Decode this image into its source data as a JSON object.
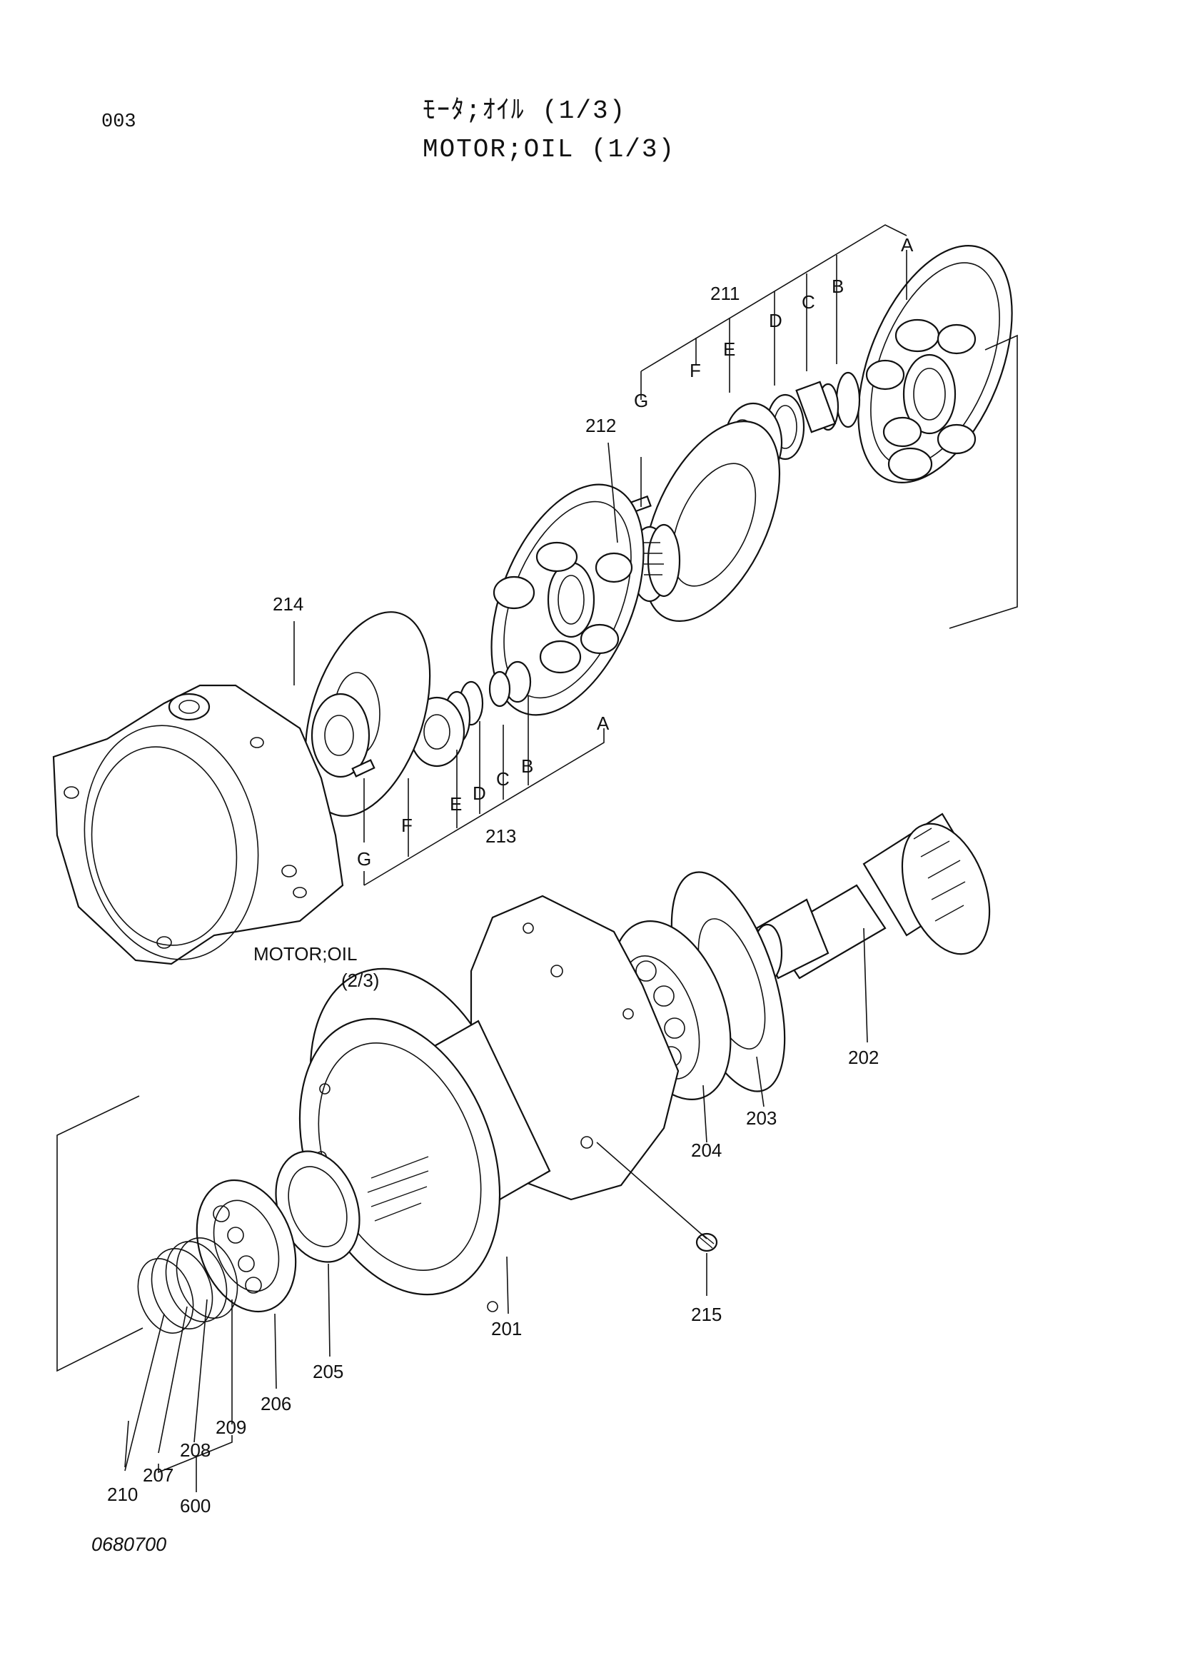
{
  "page": {
    "page_number": "003",
    "title_jp": "ﾓｰﾀ;ｵｲﾙ (1/3)",
    "title_en": "MOTOR;OIL (1/3)",
    "doc_number": "0680700"
  },
  "reference_note": {
    "line1": "MOTOR;OIL",
    "line2": "(2/3)"
  },
  "part_labels": {
    "p201": "201",
    "p202": "202",
    "p203": "203",
    "p204": "204",
    "p205": "205",
    "p206": "206",
    "p207": "207",
    "p208": "208",
    "p209": "209",
    "p210": "210",
    "p211": "211",
    "p212": "212",
    "p213": "213",
    "p214": "214",
    "p215": "215",
    "p600": "600"
  },
  "letters": {
    "A": "A",
    "B": "B",
    "C": "C",
    "D": "D",
    "E": "E",
    "F": "F",
    "G": "G"
  }
}
